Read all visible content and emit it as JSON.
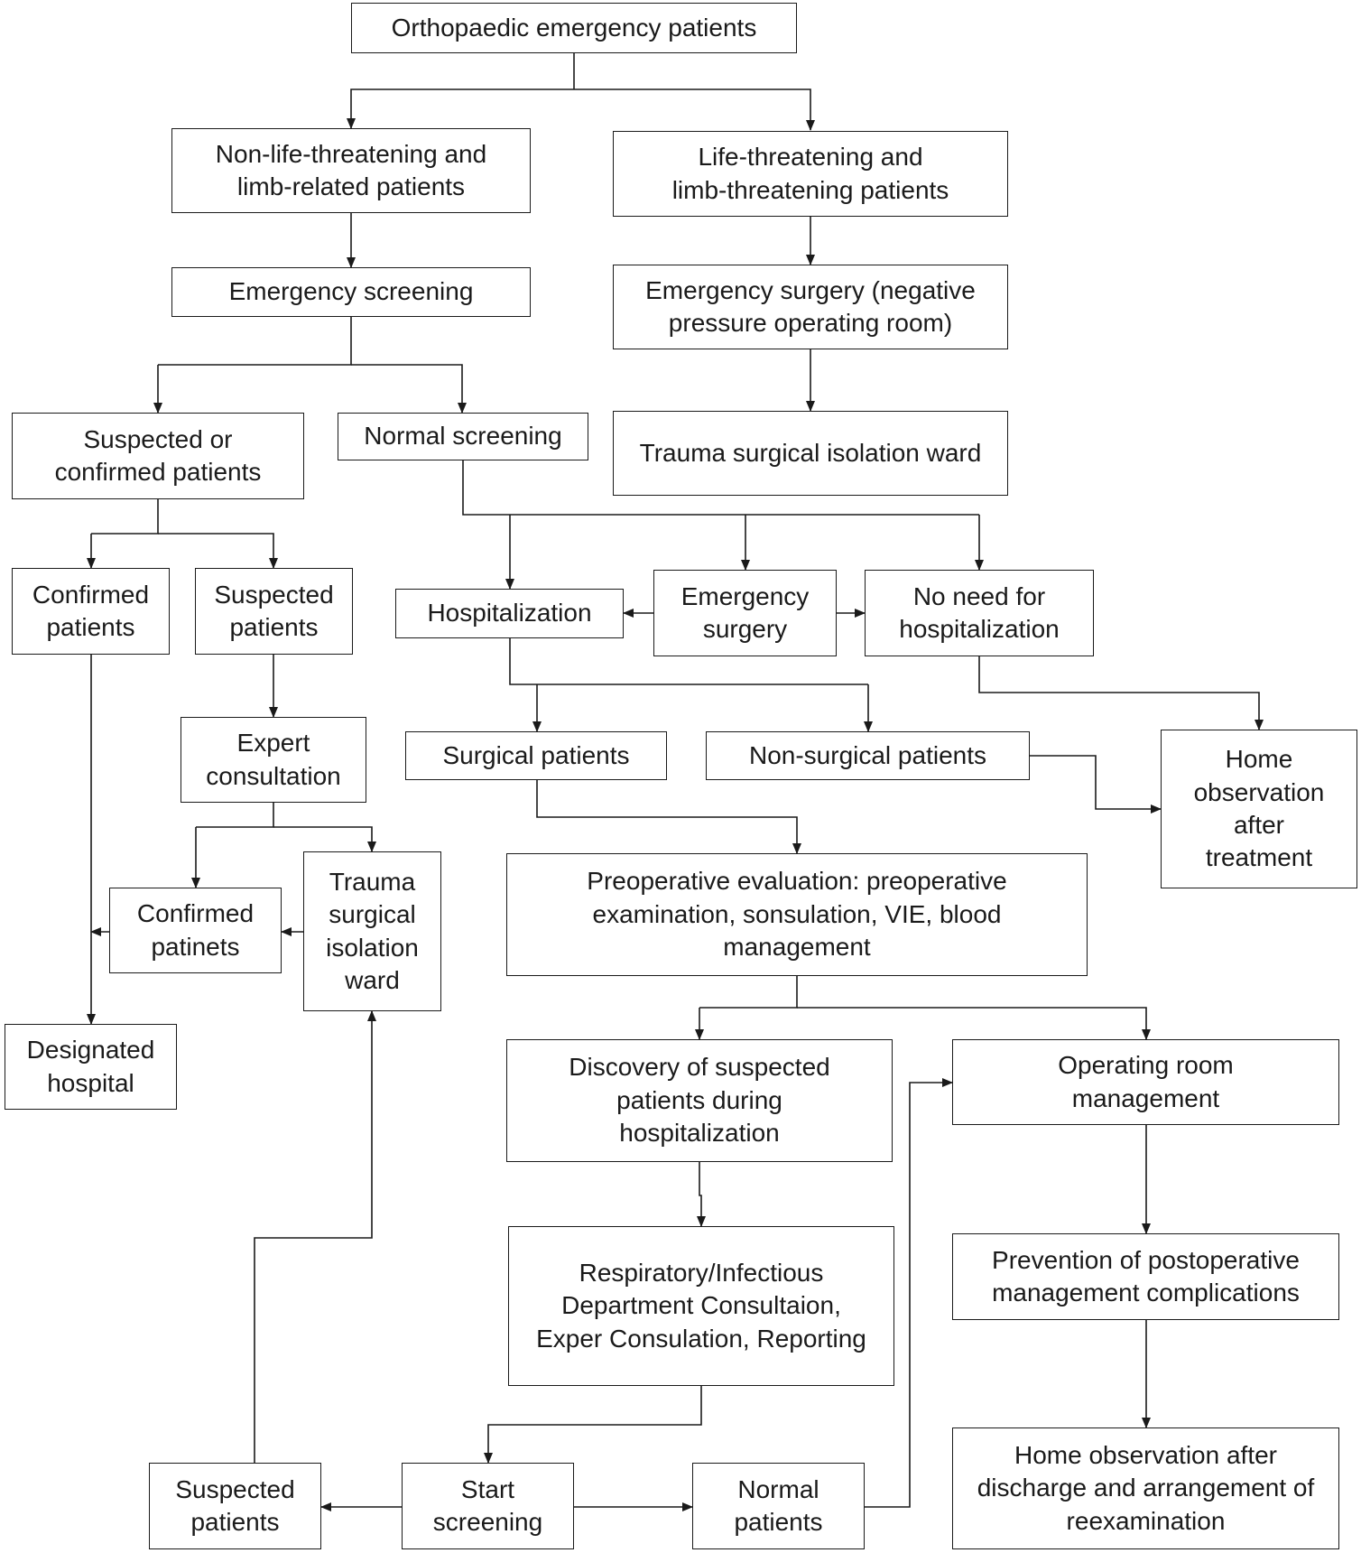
{
  "nodes": {
    "ortho": "Orthopaedic emergency patients",
    "nonlife": "Non-life-threatening and\nlimb-related patients",
    "life": "Life-threatening and\nlimb-threatening patients",
    "screen": "Emergency screening",
    "esurg_neg": "Emergency surgery (negative\npressure operating room)",
    "tsiw_top": "Trauma surgical isolation ward",
    "susp_conf": "Suspected or\nconfirmed patients",
    "normal_screen": "Normal screening",
    "confirmed": "Confirmed\npatients",
    "suspected": "Suspected\npatients",
    "hosp": "Hospitalization",
    "esurg": "Emergency\nsurgery",
    "noneed": "No need for\nhospitalization",
    "expert": "Expert\nconsultation",
    "surgical": "Surgical patients",
    "nonsurgical": "Non-surgical patients",
    "home_obs": "Home\nobservation\nafter\ntreatment",
    "tsiw_left": "Trauma\nsurgical\nisolation\nward",
    "conf_pat": "Confirmed\npatinets",
    "preop": "Preoperative evaluation: preoperative\nexamination, sonsulation, VIE, blood\nmanagement",
    "designated": "Designated\nhospital",
    "discovery": "Discovery of suspected\npatients during\nhospitalization",
    "oproom": "Operating room\nmanagement",
    "resp": "Respiratory/Infectious\nDepartment Consultaion,\nExper Consulation, Reporting",
    "prevention": "Prevention of postoperative\nmanagement complications",
    "susp_bottom": "Suspected\npatients",
    "start": "Start\nscreening",
    "normal_pat": "Normal\npatients",
    "home_discharge": "Home observation after\ndischarge and arrangement of\nreexamination"
  }
}
